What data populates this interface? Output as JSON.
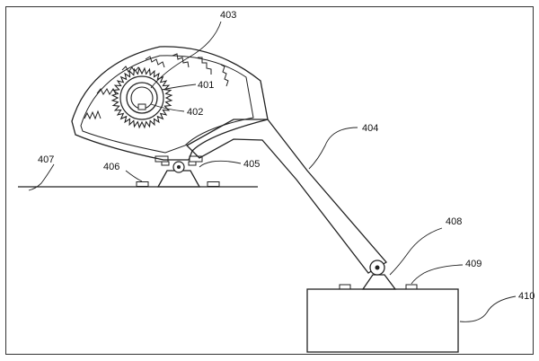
{
  "figure": {
    "labels": {
      "gear": "401",
      "shaft": "402",
      "housing": "403",
      "arm": "404",
      "upper_pivot_base": "405",
      "upper_pivot_pad": "406",
      "ground_line": "407",
      "lower_pivot": "408",
      "lower_pivot_pad": "409",
      "base_block": "410"
    }
  }
}
